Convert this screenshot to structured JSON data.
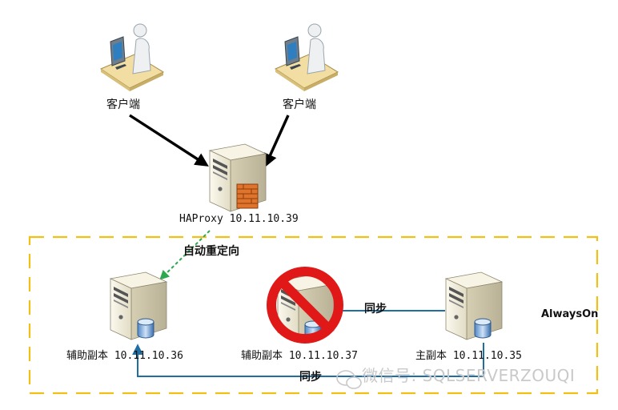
{
  "clients": [
    {
      "label": "客户端"
    },
    {
      "label": "客户端"
    }
  ],
  "haproxy": {
    "label": "HAProxy 10.11.10.39"
  },
  "redirect_label": "自动重定向",
  "group": {
    "label": "AlwaysOn"
  },
  "replicas": [
    {
      "label": "辅助副本 10.11.10.36",
      "status": "active"
    },
    {
      "label": "辅助副本 10.11.10.37",
      "status": "unavailable"
    },
    {
      "label": "主副本 10.11.10.35",
      "status": "primary"
    }
  ],
  "sync_labels": [
    "同步",
    "同步"
  ],
  "watermark": "微信号: SQLSERVERZOUQI",
  "colors": {
    "arrow": "#000000",
    "redirect": "#2ea84f",
    "sync": "#1f6fa3",
    "group_border": "#f2c015",
    "prohibit": "#e01818",
    "server_body": "#f1eddb",
    "client_desk": "#f2dda2"
  },
  "icons": {
    "client": "user-at-computer-icon",
    "server": "server-tower-icon",
    "database": "database-cylinder-icon",
    "firewall": "firewall-icon",
    "prohibit": "prohibition-sign-icon",
    "watermark_logo": "wechat-logo-icon"
  }
}
